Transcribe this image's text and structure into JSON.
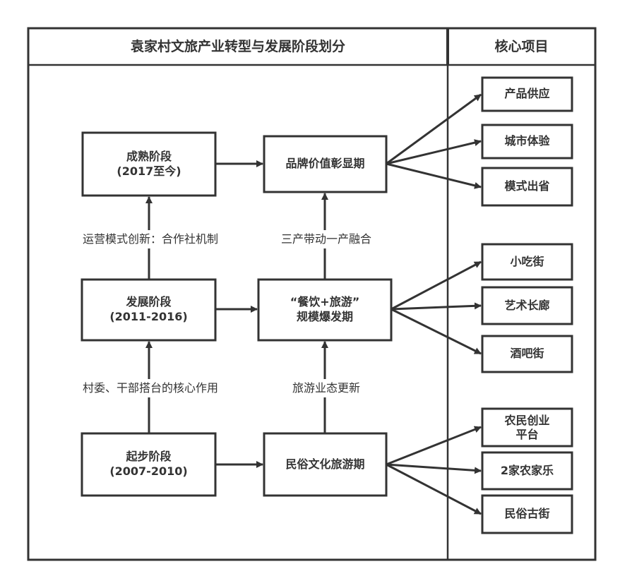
{
  "header": {
    "left_title": "袁家村文旅产业转型与发展阶段划分",
    "right_title": "核心项目"
  },
  "stages": [
    {
      "id": "mature",
      "title": "成熟阶段",
      "period": "(2017至今)"
    },
    {
      "id": "develop",
      "title": "发展阶段",
      "period": "(2011-2016)"
    },
    {
      "id": "start",
      "title": "起步阶段",
      "period": "(2007-2010)"
    }
  ],
  "phases": [
    {
      "id": "brand",
      "label": "品牌价值彰显期"
    },
    {
      "id": "boom",
      "label": "“餐饮+旅游”\n规模爆发期"
    },
    {
      "id": "folk",
      "label": "民俗文化旅游期"
    }
  ],
  "stage_transitions": [
    {
      "label": "运营模式创新：合作社机制"
    },
    {
      "label": "村委、干部搭台的核心作用"
    }
  ],
  "phase_transitions": [
    {
      "label": "三产带动一产融合"
    },
    {
      "label": "旅游业态更新"
    }
  ],
  "core_projects": {
    "brand": [
      "产品供应",
      "城市体验",
      "模式出省"
    ],
    "boom": [
      "小吃街",
      "艺术长廊",
      "酒吧街"
    ],
    "folk": [
      "农民创业\n平台",
      "2家农家乐",
      "民俗古街"
    ]
  },
  "colors": {
    "stroke": "#333333",
    "text": "#333333",
    "background": "#ffffff"
  }
}
